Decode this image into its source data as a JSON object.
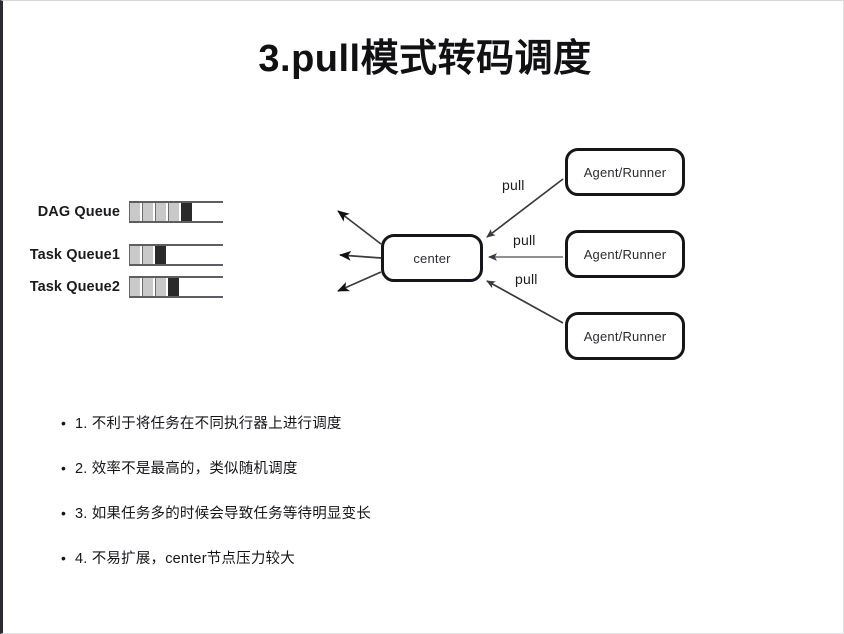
{
  "slide": {
    "title": "3.pull模式转码调度"
  },
  "diagram": {
    "queues": [
      {
        "label": "DAG Queue",
        "filled_cells": 4,
        "has_head": true,
        "capacity": 7
      },
      {
        "label": "Task Queue1",
        "filled_cells": 2,
        "has_head": true,
        "capacity": 7
      },
      {
        "label": "Task Queue2",
        "filled_cells": 3,
        "has_head": true,
        "capacity": 7
      }
    ],
    "center": {
      "label": "center"
    },
    "agents": [
      {
        "label": "Agent/Runner"
      },
      {
        "label": "Agent/Runner"
      },
      {
        "label": "Agent/Runner"
      }
    ],
    "edge_labels": [
      {
        "label": "pull"
      },
      {
        "label": "pull"
      },
      {
        "label": "pull"
      }
    ],
    "colors": {
      "node_border": "#16161a",
      "queue_border": "#5d5d63",
      "queue_filled": "#c9c9c9",
      "queue_head": "#2a2a2a",
      "arrow": "#3a3a3f",
      "arrow_thick": "#111114"
    }
  },
  "bullets": [
    {
      "marker": "•",
      "text": "1. 不利于将任务在不同执行器上进行调度"
    },
    {
      "marker": "•",
      "text": "2. 效率不是最高的，类似随机调度"
    },
    {
      "marker": "•",
      "text": "3. 如果任务多的时候会导致任务等待明显变长"
    },
    {
      "marker": "•",
      "text": "4. 不易扩展，center节点压力较大"
    }
  ]
}
